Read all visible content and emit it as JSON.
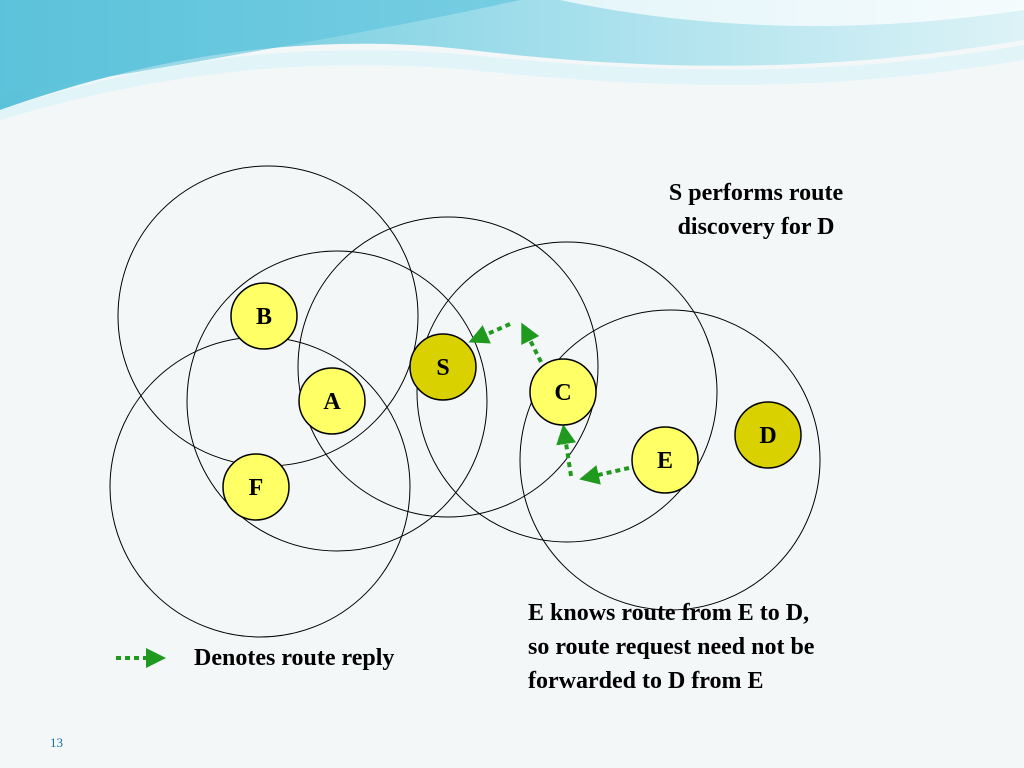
{
  "slide": {
    "number": "13",
    "colors": {
      "background": "#f4f7f8",
      "wave_light": "#bfe9f0",
      "wave_accent": "#3fb8d3",
      "node_fill": "#ffff66",
      "node_fill_active": "#d9d200",
      "range_circle": "#000000",
      "reply_arrow": "#1f9a1f"
    }
  },
  "diagram": {
    "nodes": [
      {
        "id": "B",
        "label": "B",
        "active": false
      },
      {
        "id": "A",
        "label": "A",
        "active": false
      },
      {
        "id": "F",
        "label": "F",
        "active": false
      },
      {
        "id": "S",
        "label": "S",
        "active": true
      },
      {
        "id": "C",
        "label": "C",
        "active": false
      },
      {
        "id": "E",
        "label": "E",
        "active": false
      },
      {
        "id": "D",
        "label": "D",
        "active": true
      }
    ],
    "range_circles": [
      "B",
      "A",
      "F",
      "S",
      "C",
      "E"
    ],
    "route_reply_path": [
      "E",
      "C",
      "S"
    ]
  },
  "text": {
    "title_lines": [
      "S performs route",
      "discovery for D"
    ],
    "note_lines": [
      "E knows route from E to D,",
      "so route request need not be",
      "forwarded to D from E"
    ],
    "legend": "Denotes route reply"
  }
}
